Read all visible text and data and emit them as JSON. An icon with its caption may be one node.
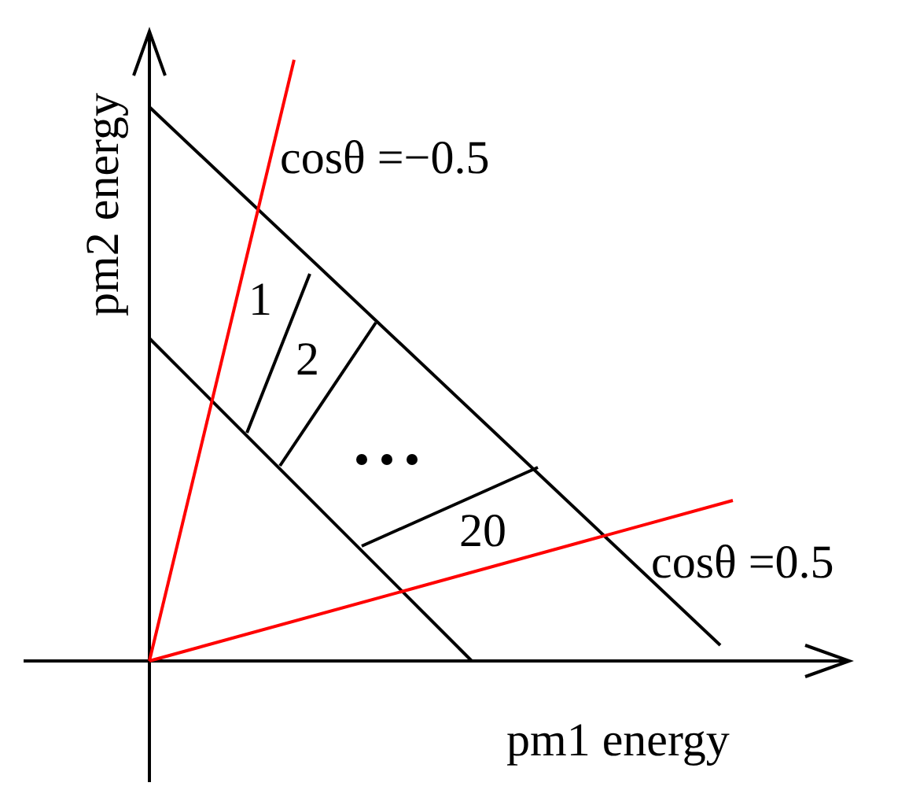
{
  "diagram": {
    "labels": [
      "pm2 energy",
      "cosθ =−0.5",
      "1",
      "2",
      "20",
      "cosθ =0.5",
      "pm1 energy"
    ]
  }
}
